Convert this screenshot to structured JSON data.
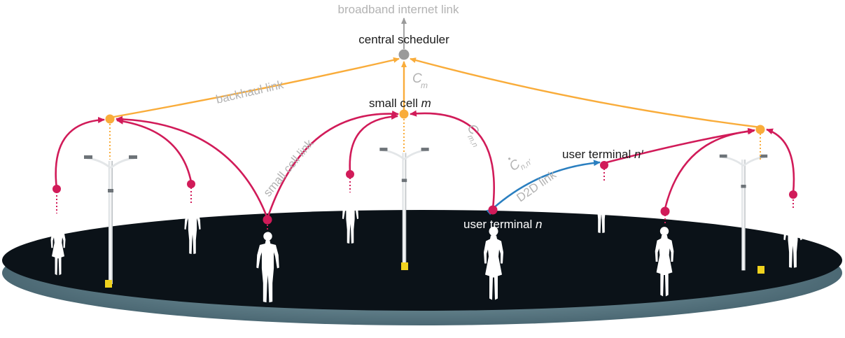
{
  "labels": {
    "internet": "broadband internet link",
    "scheduler": "central scheduler",
    "backhaul": "backhaul link",
    "cm_main": "C",
    "cm_sub": "m",
    "small_cell_main": "small cell ",
    "small_cell_var": "m",
    "small_cell_link": "small cell link",
    "cmn_main": "C",
    "cmn_sub": "m,n",
    "cnn_main": "C",
    "cnn_sub": "n,n′",
    "d2d": "D2D link",
    "ut_n_main": "user terminal ",
    "ut_n_var": "n",
    "ut_np_main": "user terminal ",
    "ut_np_var": "n′"
  },
  "colors": {
    "backhaul": "#f9ac3a",
    "small_cell_link": "#d11b59",
    "d2d": "#2a7fc0",
    "scheduler_node": "#9a9a9a",
    "platform_top": "#0b1218",
    "platform_edge": "#5a7a86",
    "label_grey": "#b3b3b3"
  },
  "icons": {
    "person": "person-silhouette-icon",
    "streetlight": "streetlight-pole-icon",
    "cell_node": "small-cell-node-icon"
  }
}
